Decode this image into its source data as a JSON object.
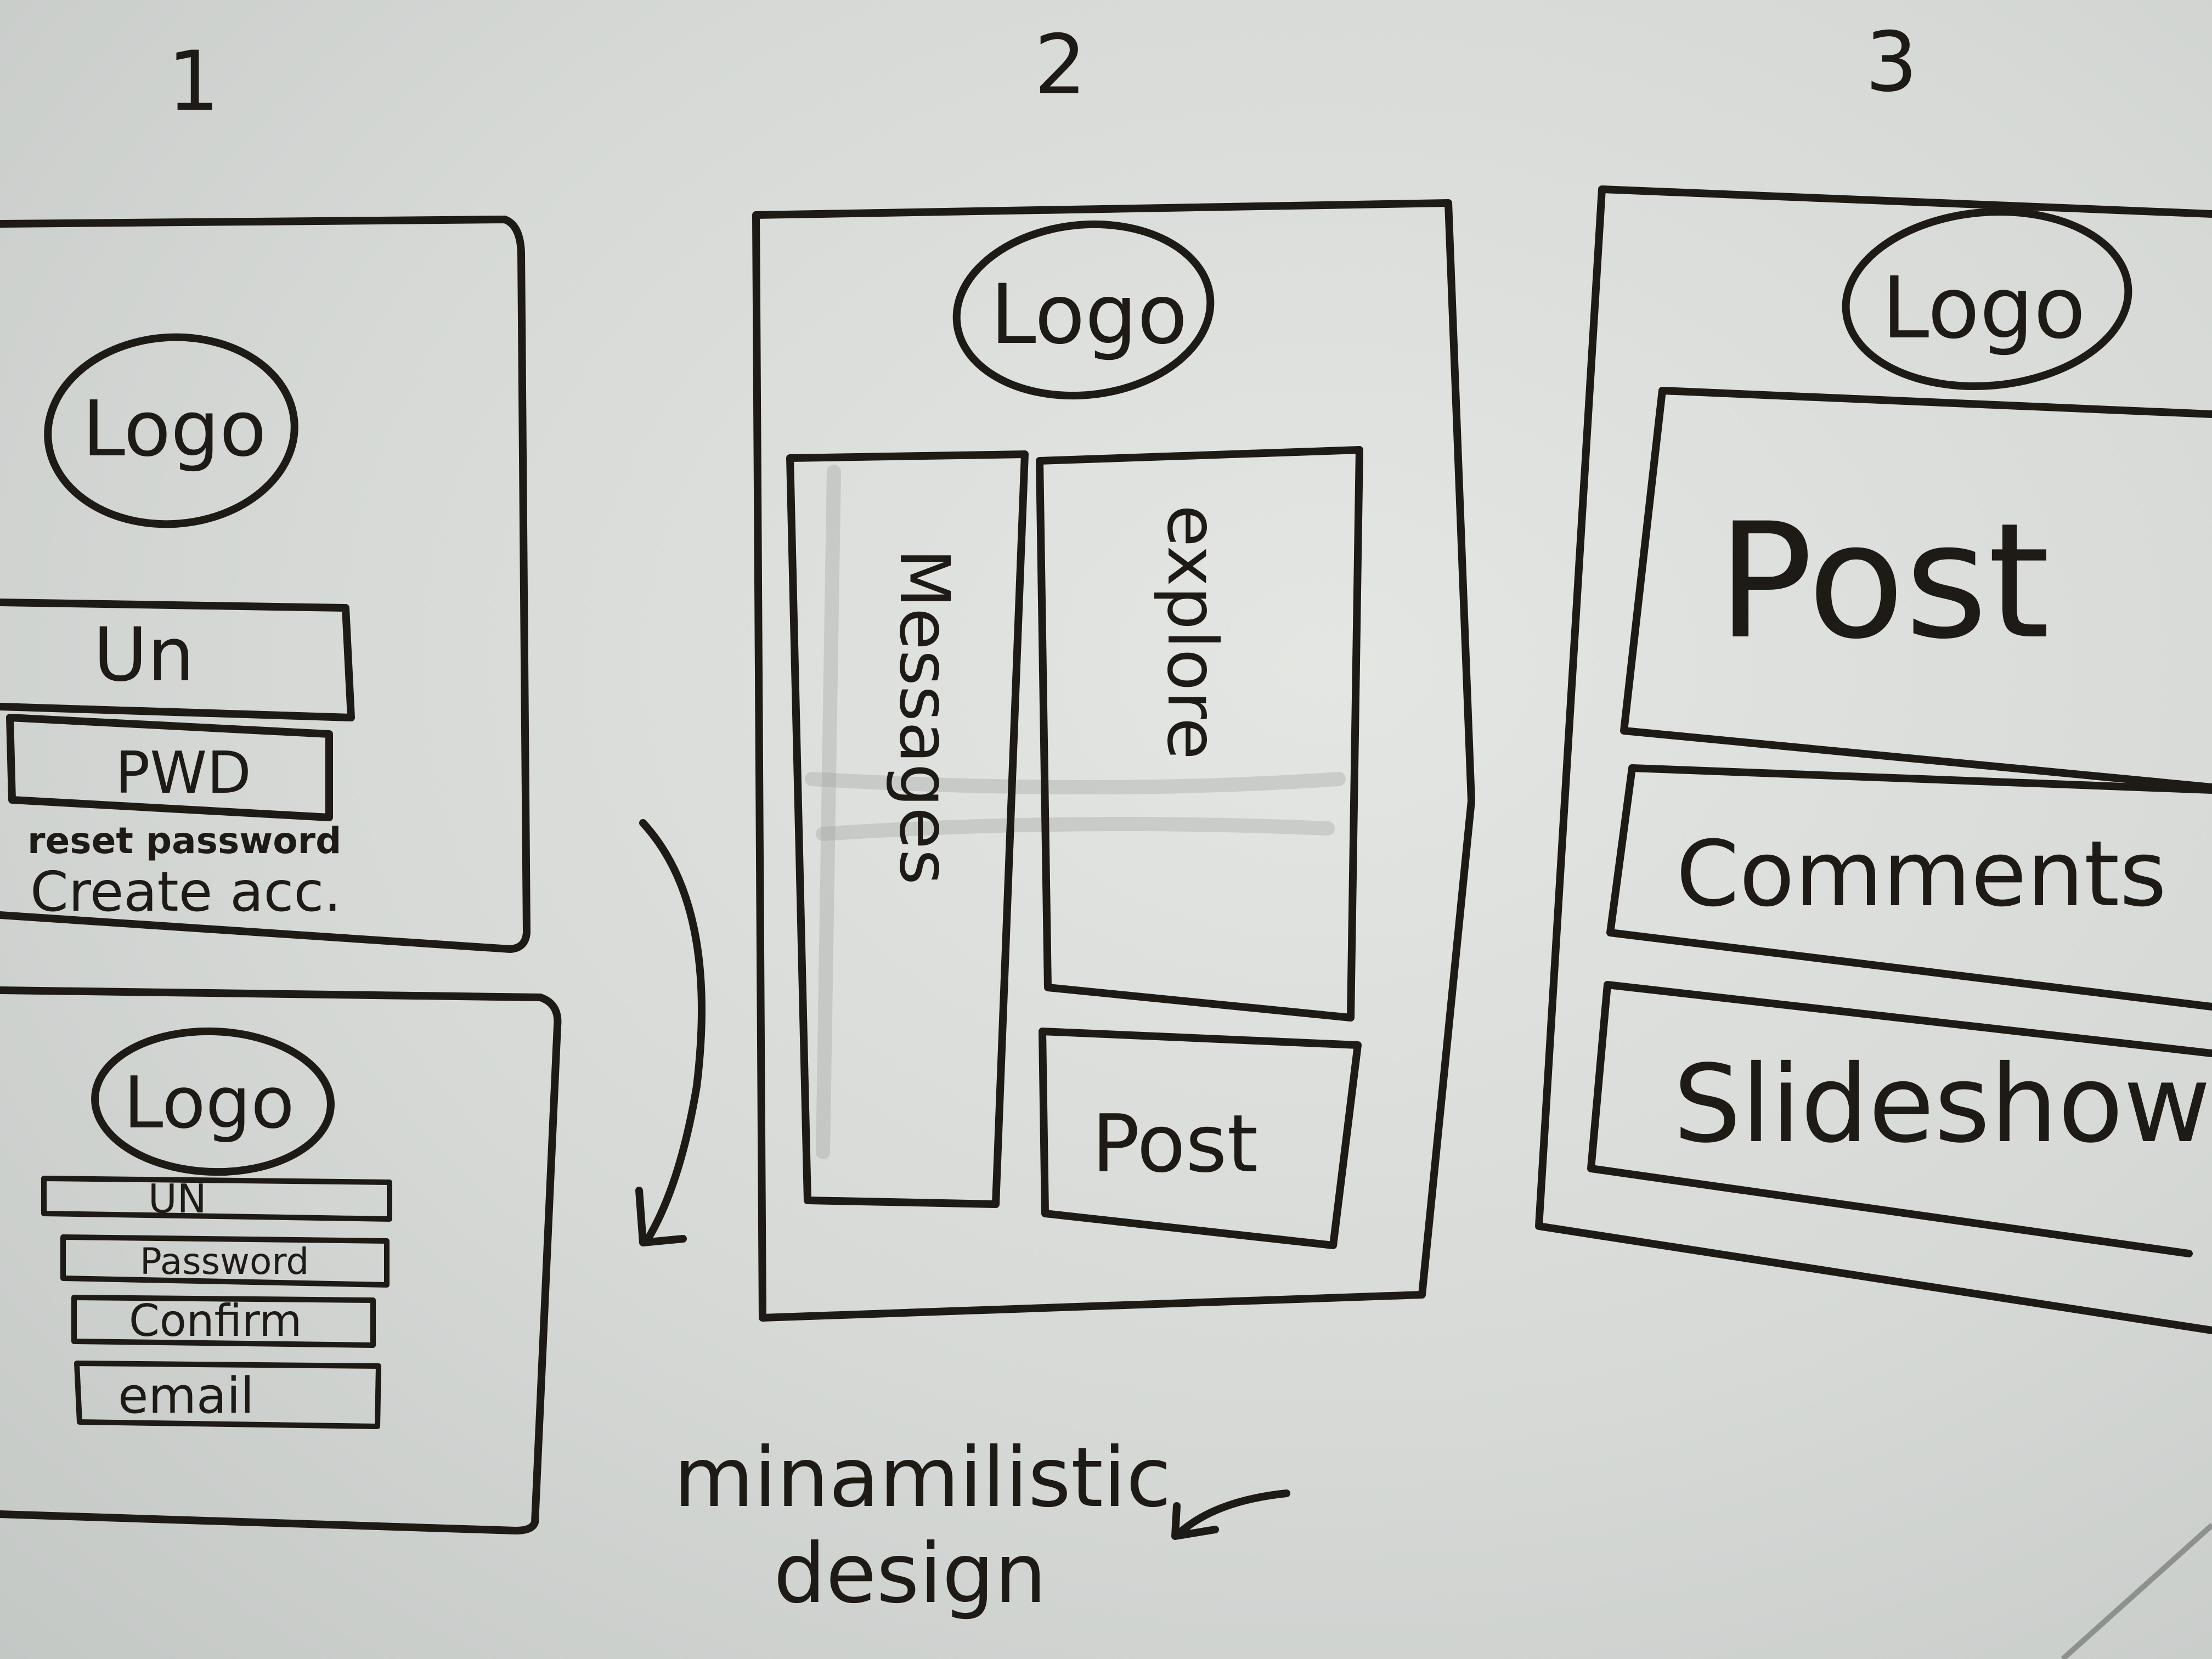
{
  "screens": [
    {
      "number": "1",
      "login": {
        "logo": "Logo",
        "username_field": "Un",
        "password_field": "PWD",
        "reset_link": "reset password",
        "create_link": "Create acc."
      },
      "signup": {
        "logo": "Logo",
        "username_field": "UN",
        "password_field": "Password",
        "confirm_field": "Confirm",
        "email_field": "email"
      }
    },
    {
      "number": "2",
      "logo": "Logo",
      "messages_panel": "Messages",
      "explore_panel": "explore",
      "post_button": "Post"
    },
    {
      "number": "3",
      "logo": "Logo",
      "post_area": "Post",
      "comments_area": "Comments",
      "slideshow_area": "Slideshow"
    }
  ],
  "annotation": {
    "line1": "minamilistic",
    "line2": "design"
  }
}
